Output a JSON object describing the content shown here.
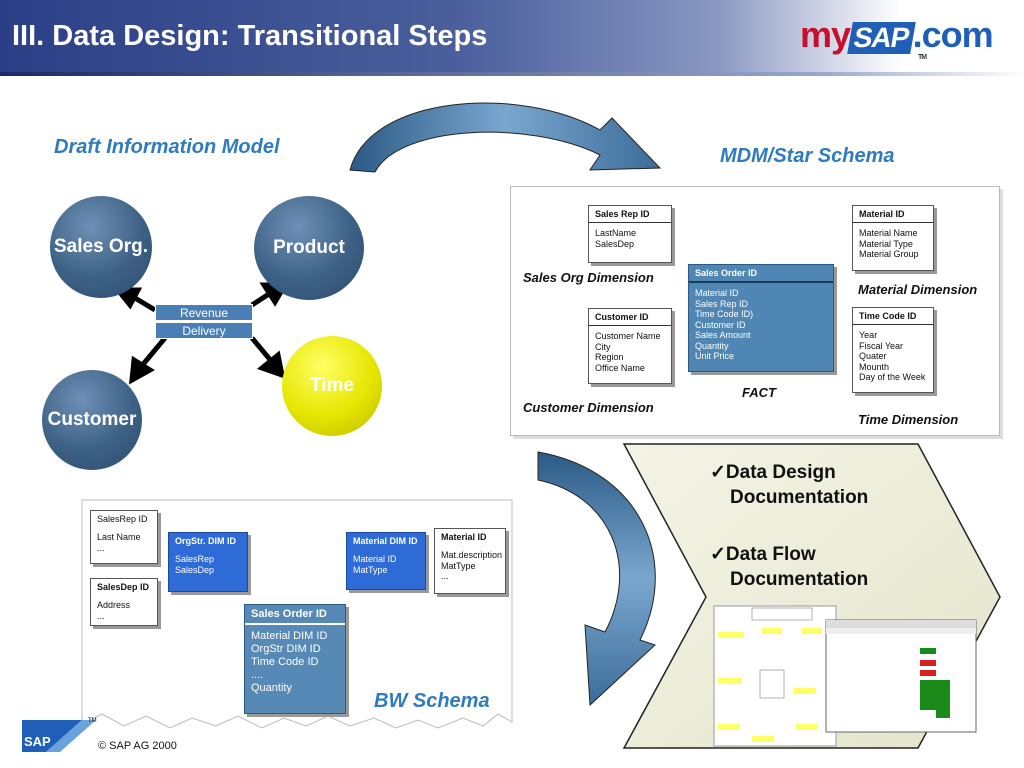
{
  "header": {
    "title": "III. Data Design: Transitional Steps",
    "logo": {
      "my": "my",
      "sap": "SAP",
      "com": ".com",
      "tm": "TM"
    }
  },
  "labels": {
    "draft_model": "Draft Information Model",
    "mdm_schema": "MDM/Star Schema",
    "bw_schema": "BW Schema"
  },
  "draft": {
    "sales_org": "Sales Org.",
    "product": "Product",
    "time": "Time",
    "customer": "Customer",
    "revenue": "Revenue",
    "delivery": "Delivery"
  },
  "star": {
    "sales_rep": {
      "header": "Sales Rep ID",
      "fields": [
        "LastName",
        "SalesDep"
      ]
    },
    "customer": {
      "header": "Customer ID",
      "fields": [
        "Customer Name",
        "City",
        "Region",
        "Office Name"
      ]
    },
    "fact": {
      "header": "Sales Order ID",
      "fields": [
        "Material ID",
        "Sales Rep ID",
        "Time Code ID)",
        "Customer ID",
        "Sales Amount",
        "Quantity",
        "Unit Price"
      ]
    },
    "material": {
      "header": "Material ID",
      "fields": [
        "Material Name",
        "Material Type",
        "Material Group"
      ]
    },
    "time_code": {
      "header": "Time Code ID",
      "fields": [
        "Year",
        "Fiscal Year",
        "Quater",
        "Mounth",
        "Day of the Week"
      ]
    },
    "dim_labels": {
      "sales_org": "Sales Org Dimension",
      "customer": "Customer Dimension",
      "fact": "FACT",
      "material": "Material Dimension",
      "time": "Time Dimension"
    }
  },
  "bw": {
    "salesrep": {
      "header": "SalesRep ID",
      "fields": [
        "Last Name",
        "..."
      ]
    },
    "salesdep": {
      "header": "SalesDep ID",
      "fields": [
        "Address",
        "..."
      ]
    },
    "orgstr": {
      "header": "OrgStr. DIM ID",
      "fields": [
        "SalesRep",
        "SalesDep"
      ]
    },
    "material_dim": {
      "header": "Material DIM ID",
      "fields": [
        "Material  ID",
        "MatType"
      ]
    },
    "material": {
      "header": "Material  ID",
      "fields": [
        "Mat.description",
        "MatType",
        "..."
      ]
    },
    "sales_order": {
      "header": "Sales Order ID",
      "fields": [
        "Material DIM ID",
        "OrgStr   DIM ID",
        "Time Code ID",
        "....",
        "Quantity"
      ]
    }
  },
  "docs": {
    "item1": [
      "Data Design",
      "Documentation"
    ],
    "item2": [
      "Data Flow",
      "Documentation"
    ],
    "check": "✓"
  },
  "footer": {
    "sap": "SAP",
    "tm": "TM",
    "copyright": "©  SAP AG 2000"
  },
  "colors": {
    "header_blue": "#2a3f86",
    "label_blue": "#2f7bbf",
    "circle_blue": "#3d6185",
    "circle_yellow": "#e6e600",
    "arrow_blue": "#4a7fb5"
  }
}
